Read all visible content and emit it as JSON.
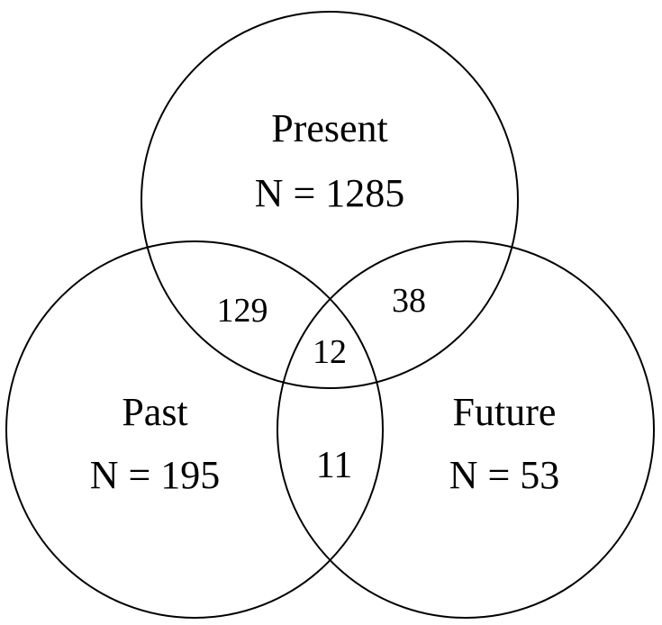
{
  "diagram": {
    "type": "venn",
    "sets": [
      {
        "id": "present",
        "name": "Present",
        "count_label": "N = 1285"
      },
      {
        "id": "past",
        "name": "Past",
        "count_label": "N = 195"
      },
      {
        "id": "future",
        "name": "Future",
        "count_label": "N = 53"
      }
    ],
    "overlaps": {
      "past_present": "129",
      "present_future": "38",
      "past_present_future": "12",
      "past_future": "11"
    }
  },
  "colors": {
    "stroke": "#000000",
    "background": "#ffffff"
  }
}
